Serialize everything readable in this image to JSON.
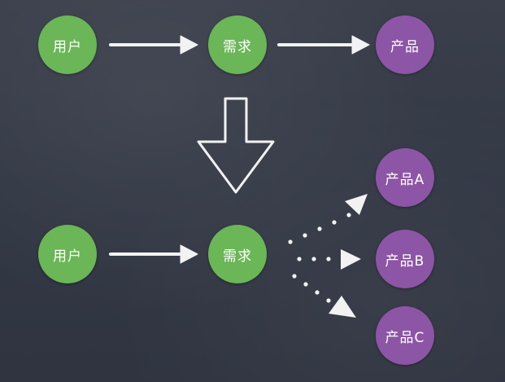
{
  "colors": {
    "background": "#353a46",
    "user_node": "#6bb657",
    "demand_node": "#6bb657",
    "product_node": "#8d55a5",
    "chalk": "#f2f2f2"
  },
  "top_flow": {
    "user": "用户",
    "demand": "需求",
    "product": "产品"
  },
  "bottom_flow": {
    "user": "用户",
    "demand": "需求",
    "products": [
      "产品A",
      "产品B",
      "产品C"
    ]
  }
}
